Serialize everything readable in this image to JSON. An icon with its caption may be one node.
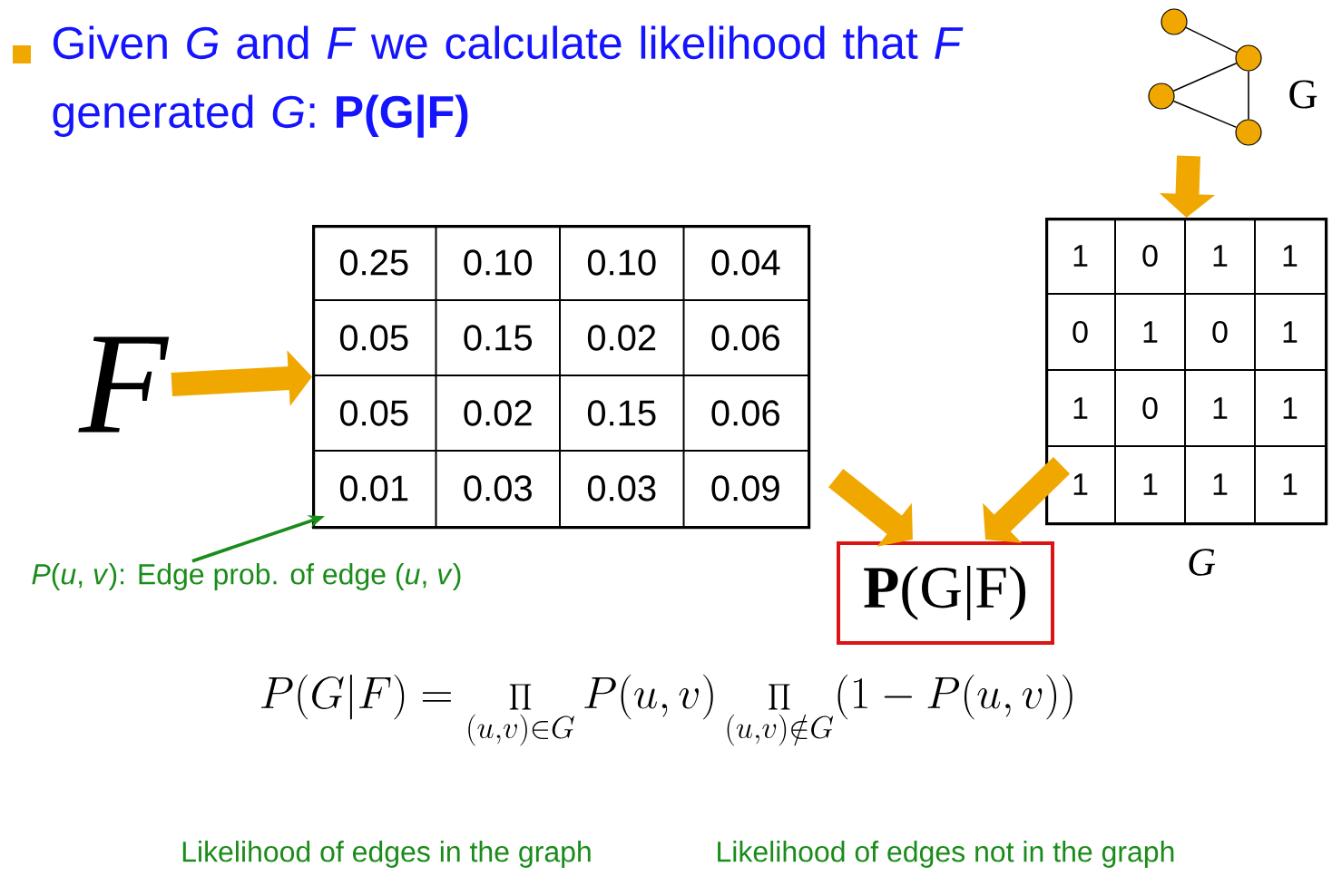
{
  "diagram": {
    "title": "Given *G* and *F* we calculate likelihood that *F* generated *G*:  **P(G|F)**",
    "nodes": [
      {
        "text": [
          "F"
        ]
      },
      {
        "text": [
          "0.25",
          "0.10",
          "0.10",
          "0.04",
          "0.05",
          "0.15",
          "0.02",
          "0.06",
          "0.05",
          "0.02",
          "0.15",
          "0.06",
          "0.01",
          "0.03",
          "0.03",
          "0.09"
        ]
      },
      {
        "text": [],
        "shape": "circle"
      },
      {
        "text": [],
        "shape": "circle"
      },
      {
        "text": [],
        "shape": "circle"
      },
      {
        "text": [],
        "shape": "circle"
      },
      {
        "text": [
          "1",
          "0",
          "1",
          "1",
          "0",
          "1",
          "0",
          "1",
          "1",
          "0",
          "1",
          "1",
          "1",
          "1",
          "1",
          "1"
        ],
        "beside": [
          "G"
        ]
      },
      {
        "text": [
          "**P**(G|F)"
        ]
      },
      {
        "text": [
          "*P*(*u*, *v*): Edge prob. of edge (*u*, *v*)"
        ]
      }
    ],
    "edges": [
      {
        "from": 0,
        "to": 1,
        "arrow": "to",
        "style": "thick",
        "color": "#f0a800"
      },
      {
        "from": 3,
        "to": 4,
        "arrow": "none",
        "color": "#000000"
      },
      {
        "from": 2,
        "to": 4,
        "arrow": "none",
        "color": "#000000"
      },
      {
        "from": 2,
        "to": 5,
        "arrow": "none",
        "color": "#000000"
      },
      {
        "from": 4,
        "to": 5,
        "arrow": "none",
        "color": "#000000"
      },
      {
        "from": null,
        "to": 6,
        "arrow": "to",
        "style": "thick",
        "color": "#f0a800"
      },
      {
        "from": 1,
        "to": 7,
        "arrow": "to",
        "style": "thick",
        "color": "#f0a800"
      },
      {
        "from": 6,
        "to": 7,
        "arrow": "to",
        "style": "thick",
        "color": "#f0a800"
      },
      {
        "from": 8,
        "to": 1,
        "arrow": "to",
        "color": "#1a8c1a"
      }
    ],
    "labels": [
      "G",
      "P(G|F) = \\prod_{(u,v)\\in G} P(u,v) \\prod_{(u,v)\\notin G} (1-P(u,v))",
      "Likelihood of edges in the graph",
      "Likelihood of edges not in the graph"
    ]
  }
}
